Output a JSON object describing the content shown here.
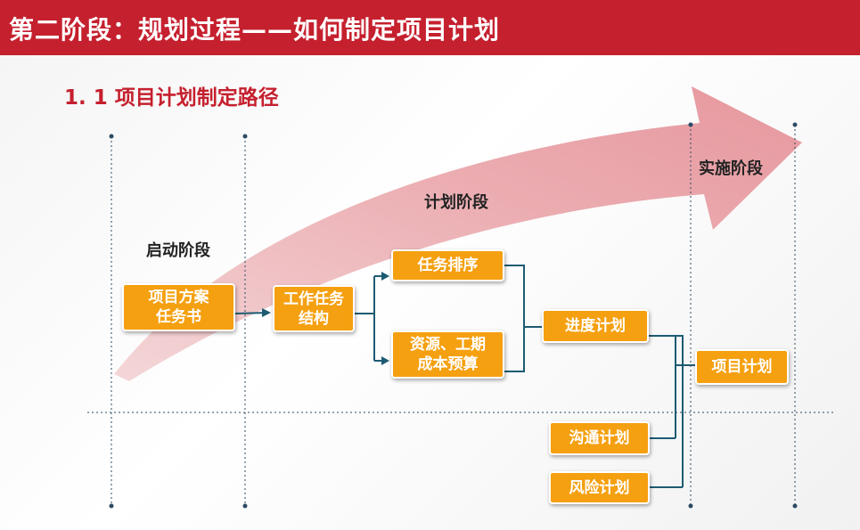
{
  "header": {
    "title": "第二阶段：规划过程——如何制定项目计划",
    "subtitle": "1. 1 项目计划制定路径"
  },
  "phases": {
    "start": "启动阶段",
    "plan": "计划阶段",
    "implement": "实施阶段"
  },
  "boxes": {
    "charter": [
      "项目方案",
      "任务书"
    ],
    "wbs": [
      "工作任务",
      "结构"
    ],
    "sequence": "任务排序",
    "resources": [
      "资源、工期",
      "成本预算"
    ],
    "schedule": "进度计划",
    "communication": "沟通计划",
    "risk": "风险计划",
    "project_plan": "项目计划"
  },
  "colors": {
    "header_red": "#c5202e",
    "box_orange": "#f5a010",
    "arrow_pink": "#e9a3a8",
    "connector_teal": "#1d5b72"
  }
}
